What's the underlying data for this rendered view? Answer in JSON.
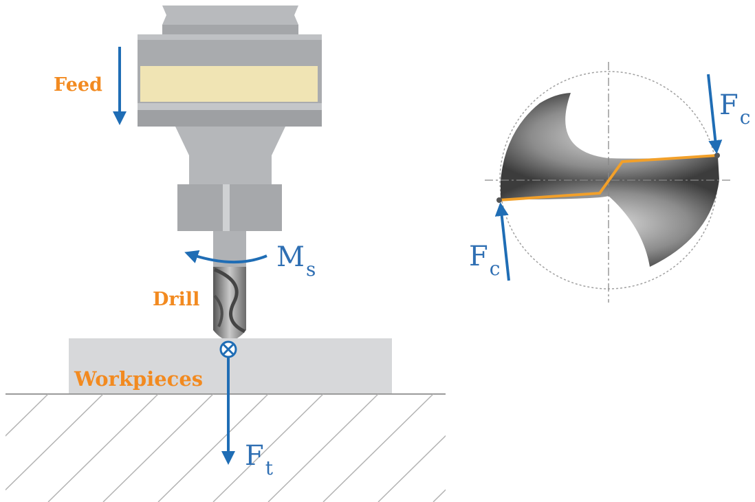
{
  "labels": {
    "feed": "Feed",
    "drill": "Drill",
    "workpieces": "Workpieces",
    "moment": "M",
    "moment_sub": "s",
    "thrust": "F",
    "thrust_sub": "t",
    "cutting_top": "F",
    "cutting_top_sub": "c",
    "cutting_bottom": "F",
    "cutting_bottom_sub": "c"
  },
  "colors": {
    "label_orange": "#f28a20",
    "arrow_blue": "#1f6db5",
    "cutting_edge": "#f2a02a",
    "holder_band": "#f0e4b4",
    "machine_gray": "#a9abae"
  }
}
